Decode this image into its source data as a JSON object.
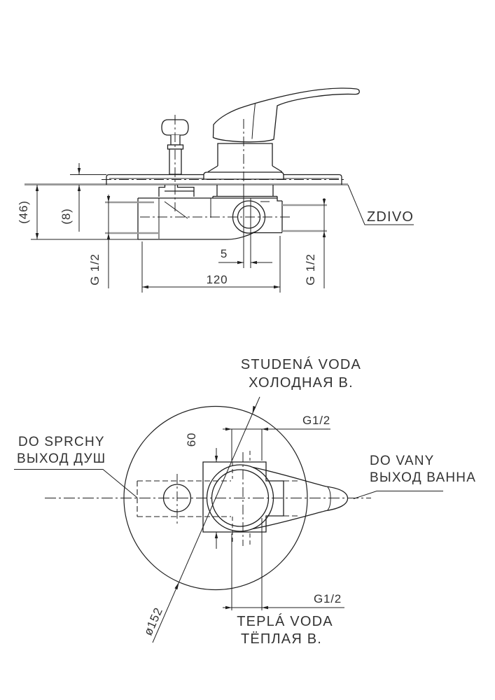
{
  "colors": {
    "line": "#1f1f1f",
    "wall": "#9a9a9a",
    "text": "#333333",
    "background": "#ffffff"
  },
  "front_view": {
    "wall_label": "ZDIVO",
    "dimensions": {
      "recess_depth": "(46)",
      "plate_offset": "(8)",
      "spout_offset": "5",
      "body_width": "120",
      "thread_left": "G 1/2",
      "thread_right": "G 1/2"
    }
  },
  "plan_view": {
    "labels": {
      "cold_water": [
        "STUDENÁ VODA",
        "ХОЛОДНАЯ В."
      ],
      "hot_water": [
        "TEPLÁ VODA",
        "ТЁПЛАЯ В."
      ],
      "shower_outlet": [
        "DO SPRCHY",
        "ВЫХОД ДУШ"
      ],
      "bath_outlet": [
        "DO VANY",
        "ВЫХОД ВАННА"
      ]
    },
    "dimensions": {
      "port_spacing": "60",
      "plate_diameter": "ø152",
      "thread_top": "G1/2",
      "thread_bottom": "G1/2"
    }
  }
}
